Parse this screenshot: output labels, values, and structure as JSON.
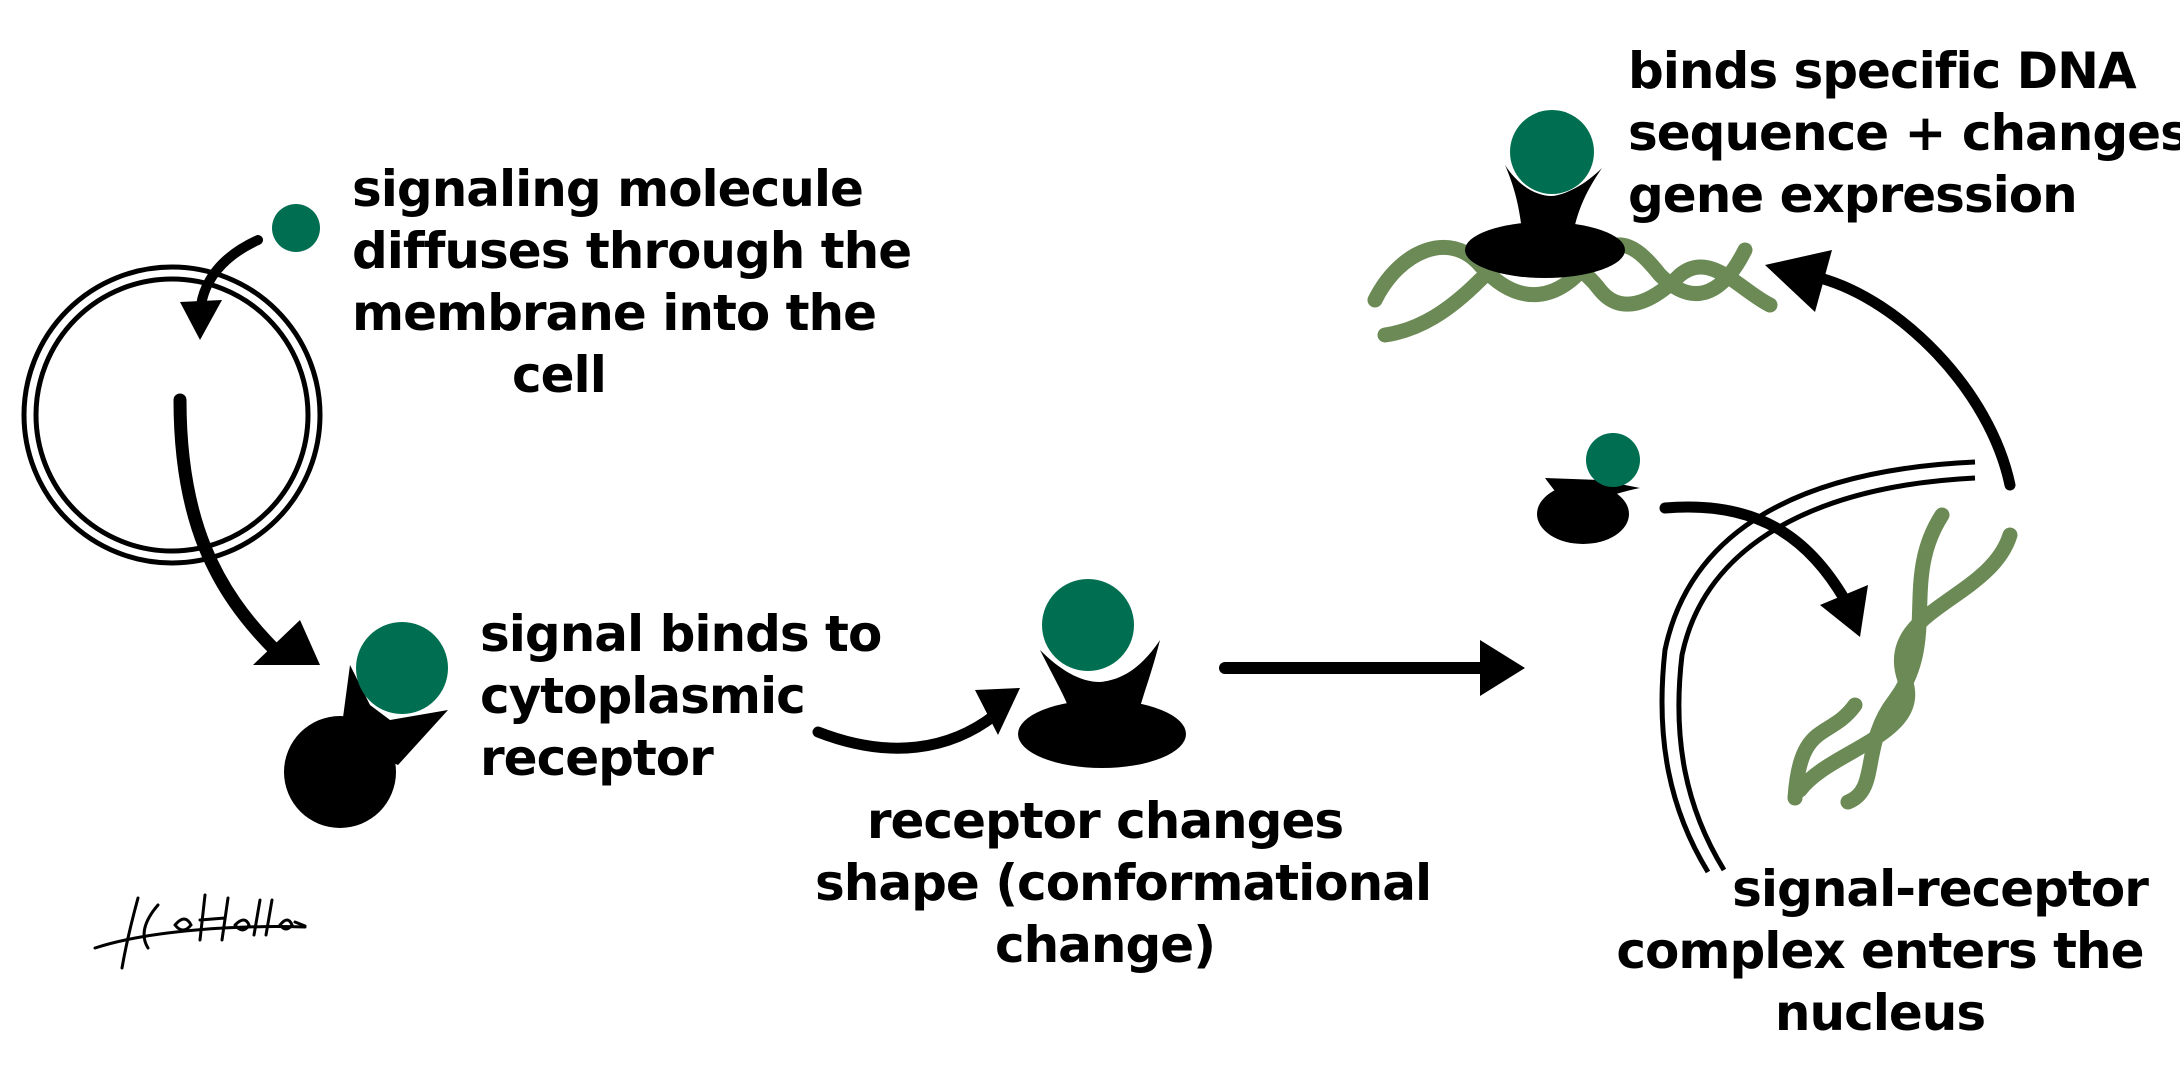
{
  "colors": {
    "signal": "#006e50",
    "receptor": "#000000",
    "dna": "#6b8a55",
    "ink": "#000000",
    "background": "#ffffff"
  },
  "labels": {
    "step1": [
      "signaling molecule",
      "diffuses through the",
      "membrane into the",
      "cell"
    ],
    "step2": [
      "signal binds to",
      "cytoplasmic",
      "receptor"
    ],
    "step3": [
      "receptor changes",
      "shape (conformational",
      "change)"
    ],
    "step4": [
      "signal-receptor",
      "complex enters the",
      "nucleus"
    ],
    "step5": [
      "binds specific DNA",
      "sequence + changes",
      "gene expression"
    ]
  },
  "signature": "Kelly Hadden"
}
